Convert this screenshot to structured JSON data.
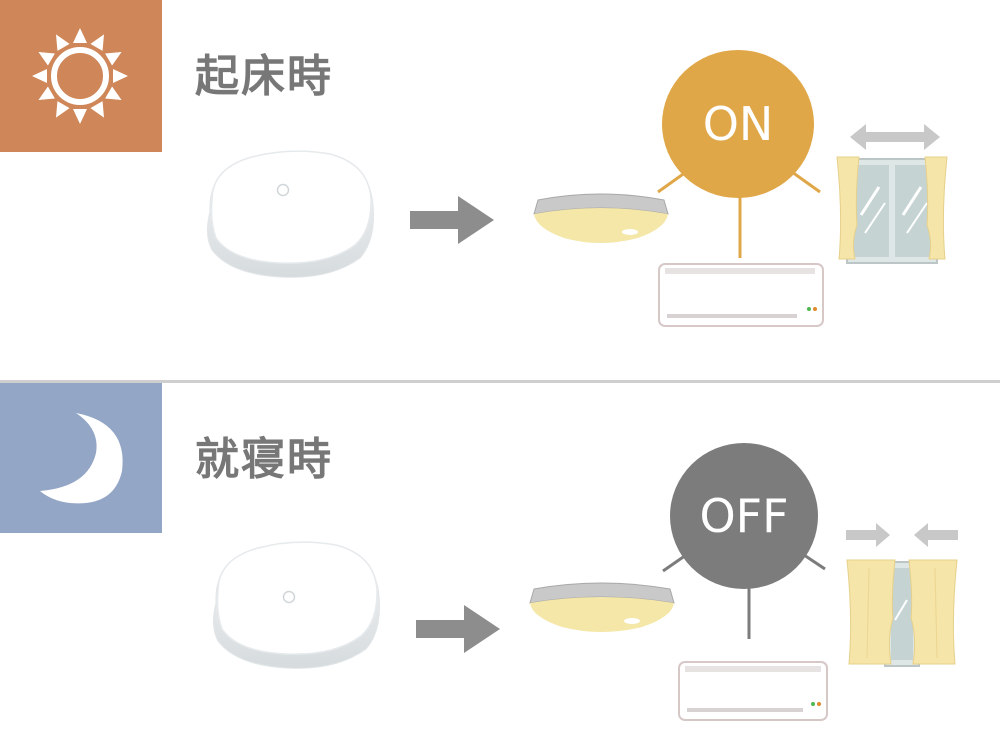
{
  "morning": {
    "title": "起床時",
    "status": "ON",
    "icon": "sun-icon",
    "badge_color": "#cf8658",
    "status_color": "#e0a748"
  },
  "night": {
    "title": "就寝時",
    "status": "OFF",
    "icon": "moon-icon",
    "badge_color": "#93a6c6",
    "status_color": "#7c7c7c"
  }
}
